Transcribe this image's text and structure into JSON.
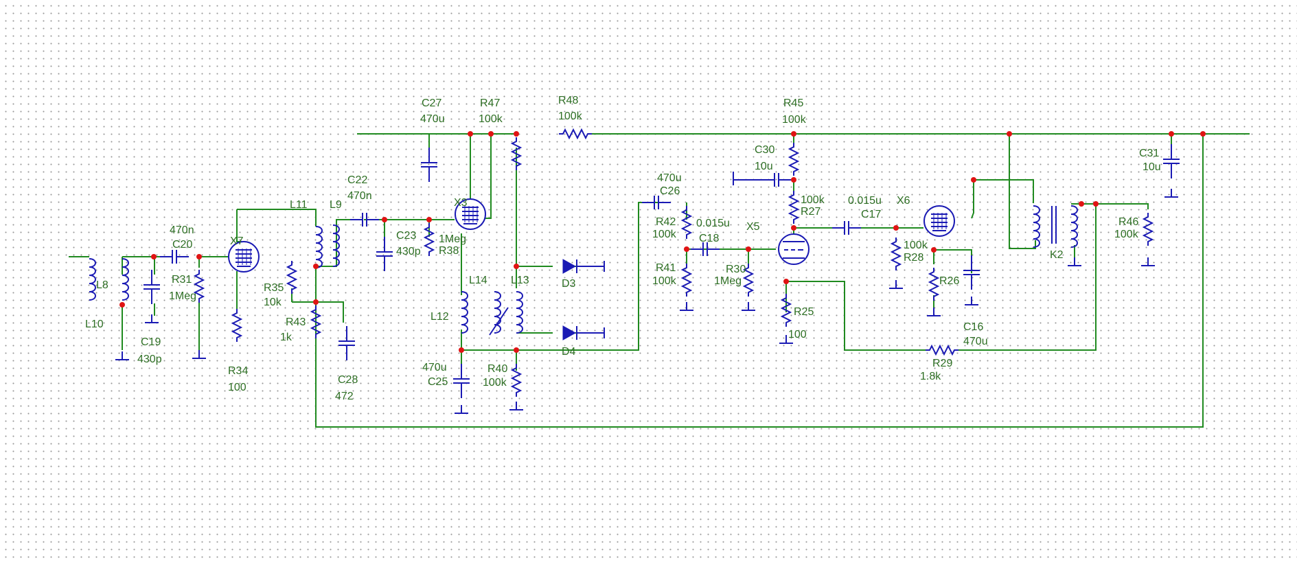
{
  "labels": {
    "L10": "L10",
    "L8": "L8",
    "C19": "C19",
    "C19v": "430p",
    "C20": "C20",
    "C20v": "470n",
    "R31": "R31",
    "R31v": "1Meg",
    "X7": "X7",
    "R34": "R34",
    "R34v": "100",
    "L11": "L11",
    "L9": "L9",
    "R35": "R35",
    "R35v": "10k",
    "R43": "R43",
    "R43v": "1k",
    "C28": "C28",
    "C28v": "472",
    "C22": "C22",
    "C22v": "470n",
    "C23": "C23",
    "C23v": "430p",
    "R38": "R38",
    "R38v": "1Meg",
    "C27": "C27",
    "C27v": "470u",
    "X3": "X3",
    "R47": "R47",
    "R47v": "100k",
    "R48": "R48",
    "R48v": "100k",
    "L14": "L14",
    "L13": "L13",
    "L12": "L12",
    "D3": "D3",
    "D4": "D4",
    "C25": "C25",
    "C25v": "470u",
    "R40": "R40",
    "R40v": "100k",
    "C26": "C26",
    "C26v": "470u",
    "R42": "R42",
    "R42v": "100k",
    "C18": "C18",
    "C18v": "0.015u",
    "R41": "R41",
    "R41v": "100k",
    "R30": "R30",
    "R30v": "1Meg",
    "X5": "X5",
    "R45": "R45",
    "R45v": "100k",
    "C30": "C30",
    "C30v": "10u",
    "R27": "R27",
    "R27v": "100k",
    "R25": "R25",
    "R25v": "100",
    "C17": "C17",
    "C17v": "0.015u",
    "X6": "X6",
    "R28": "R28",
    "R28v": "100k",
    "R26": "R26",
    "C16": "C16",
    "C16v": "470u",
    "R29": "R29",
    "R29v": "1.8k",
    "K2": "K2",
    "C31": "C31",
    "C31v": "10u",
    "R46": "R46",
    "R46v": "100k"
  },
  "colors": {
    "wire": "#1f8a1f",
    "component": "#1a1ab4",
    "junction": "#e01414",
    "label": "#2d6e23"
  }
}
